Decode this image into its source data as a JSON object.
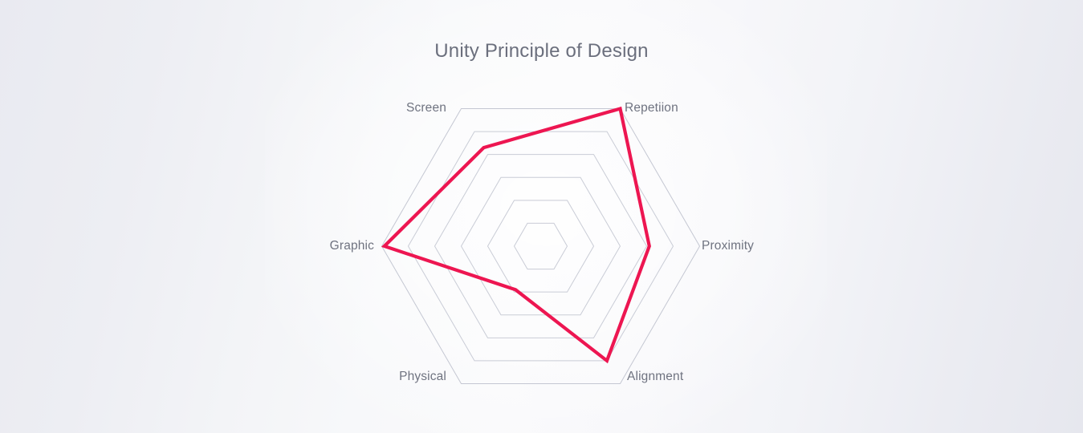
{
  "page": {
    "background_start": "#e9eaf1",
    "background_end": "#e6e7ee"
  },
  "chart_data": {
    "type": "radar",
    "title": "Unity Principle of Design",
    "xlabel": "",
    "ylabel": "",
    "categories": [
      "Repetiion",
      "Proximity",
      "Alignment",
      "Physical",
      "Graphic",
      "Screen"
    ],
    "values": [
      6.0,
      4.1,
      5.0,
      1.9,
      5.9,
      4.3
    ],
    "series": [
      {
        "name": "Unity",
        "color": "#ed1651",
        "values": [
          6.0,
          4.1,
          5.0,
          1.9,
          5.9,
          4.3
        ]
      }
    ],
    "rings": 6,
    "ylim": [
      0,
      6
    ],
    "grid": true,
    "grid_color": "#c9ccd6",
    "legend": "none",
    "shape": "hexagon",
    "orientation": "flat-top",
    "label_color": "#6f7380",
    "title_color": "#6b6f7d"
  },
  "labels": {
    "repetition": "Repetiion",
    "proximity": "Proximity",
    "alignment": "Alignment",
    "physical": "Physical",
    "graphic": "Graphic",
    "screen": "Screen"
  }
}
